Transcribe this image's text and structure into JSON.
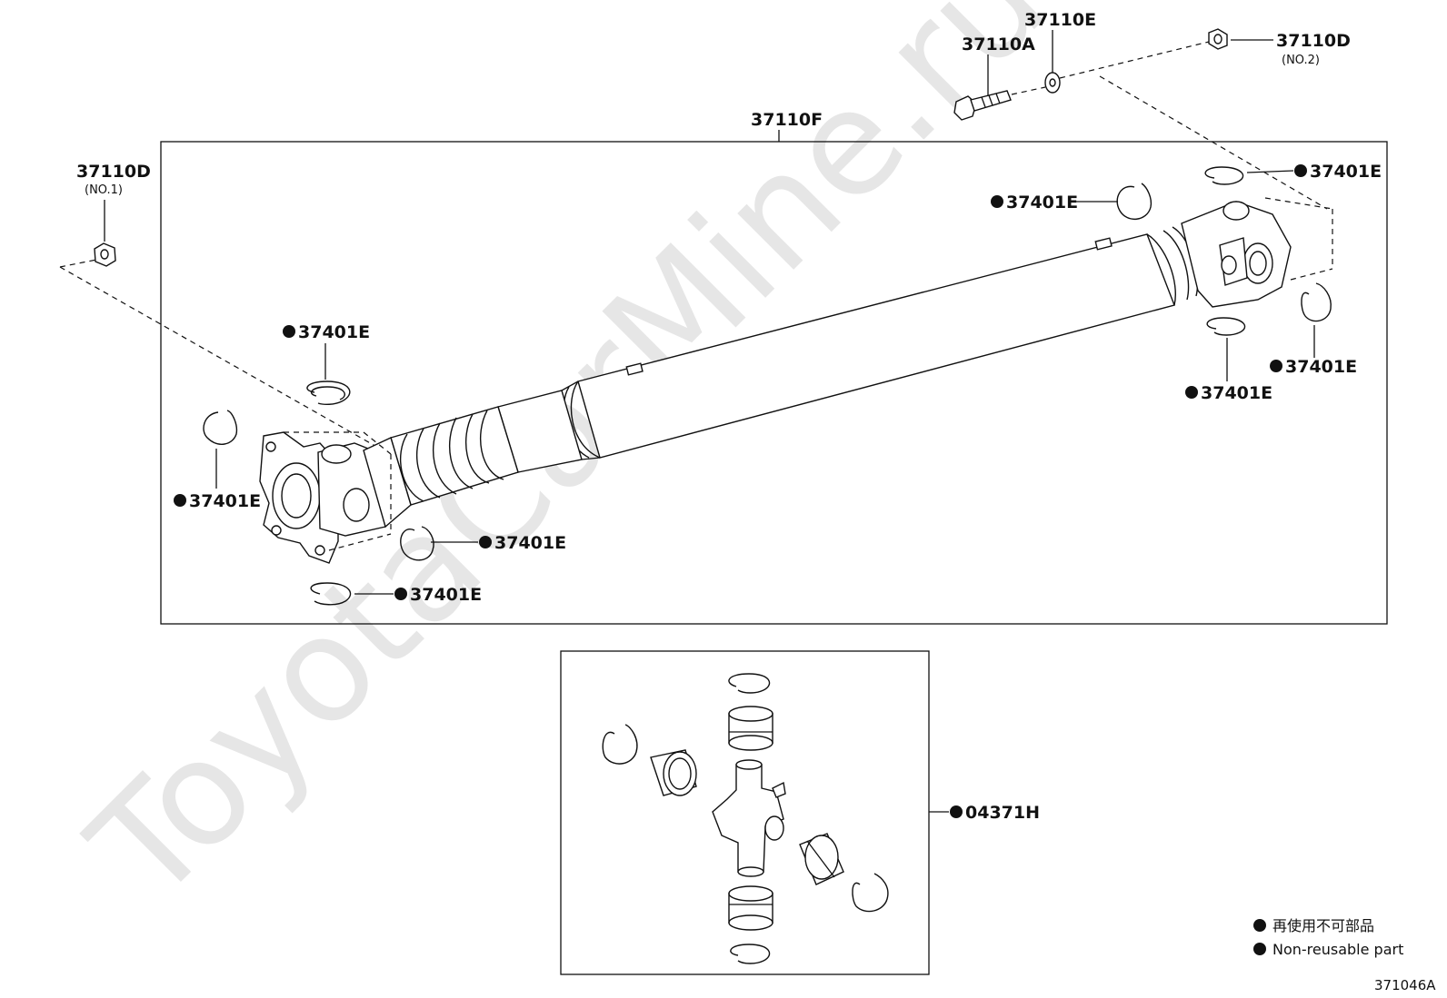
{
  "watermark": "ToyotaCarMine.ru",
  "labels": {
    "p37110A": "37110A",
    "p37110E": "37110E",
    "p37110D_no2": "37110D",
    "no2": "(NO.2)",
    "p37110F": "37110F",
    "p37110D_no1": "37110D",
    "no1": "(NO.1)",
    "clip": "37401E",
    "p04371H": "04371H"
  },
  "legend": {
    "line1": "再使用不可部品",
    "line2": "Non-reusable part"
  },
  "diagram_code": "371046A",
  "colors": {
    "ink": "#111111",
    "watermark": "#e6e6e6"
  }
}
